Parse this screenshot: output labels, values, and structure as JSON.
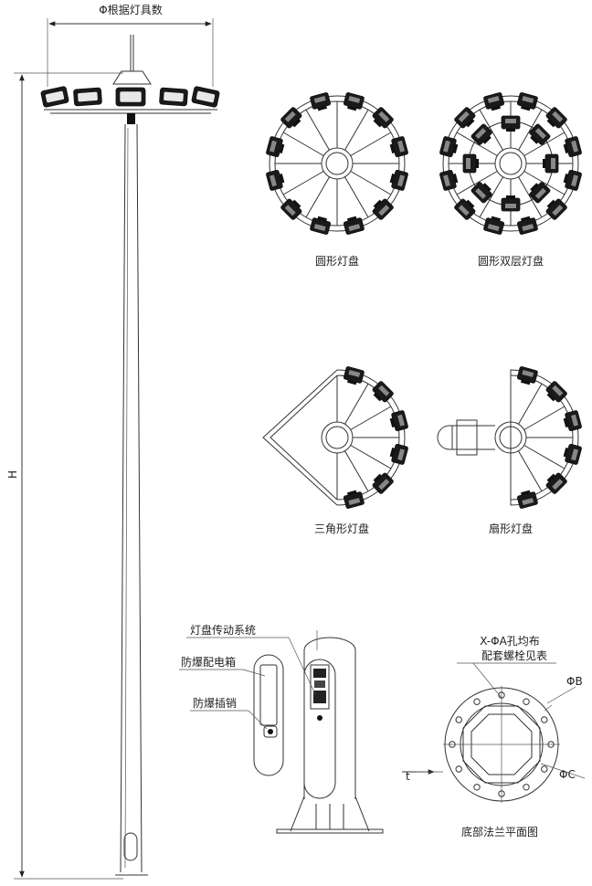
{
  "dimensions": {
    "top_width_label": "Φ根据灯具数",
    "height_label": "H"
  },
  "panels": {
    "round": "圆形灯盘",
    "round_double": "圆形双层灯盘",
    "triangle": "三角形灯盘",
    "fan": "扇形灯盘"
  },
  "detail": {
    "drive_system": "灯盘传动系统",
    "power_box": "防爆配电箱",
    "plug_pin": "防爆插销"
  },
  "flange": {
    "holes_line1": "X-ΦA孔均布",
    "holes_line2": "配套螺栓见表",
    "phi_b": "ΦB",
    "phi_c": "ΦC",
    "thickness": "t",
    "caption": "底部法兰平面图"
  },
  "colors": {
    "line": "#333333",
    "lamp": "#1a1a1a",
    "background": "#ffffff"
  }
}
